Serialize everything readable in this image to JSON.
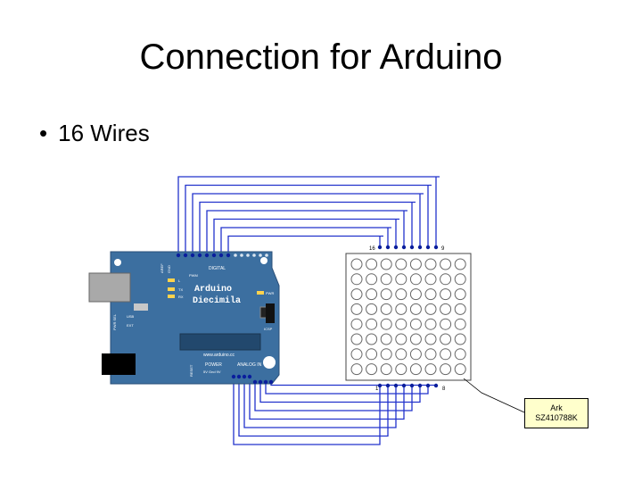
{
  "slide": {
    "title": "Connection for Arduino",
    "bullet": "16 Wires"
  },
  "board": {
    "name": "Arduino",
    "model": "Diecimila",
    "website": "www.arduino.cc",
    "labels": {
      "aref": "AREF",
      "gnd": "GND",
      "digital": "DIGITAL",
      "pwm": "PWM",
      "tx": "TX",
      "rx": "RX",
      "l": "L",
      "pwr": "PWR",
      "usb": "USB",
      "ext": "EXT",
      "pwr_sel": "PWR SEL",
      "icsp": "ICSP",
      "reset": "RESET",
      "power": "POWER",
      "analog_in": "ANALOG IN",
      "volts": "5V Gnd 9V"
    }
  },
  "matrix": {
    "pin_top_left": "16",
    "pin_top_right": "9",
    "pin_bottom_left": "1",
    "pin_bottom_right": "8",
    "rows": 8,
    "cols": 8
  },
  "part_label": {
    "line1": "Ark",
    "line2": "SZ410788K"
  },
  "colors": {
    "board": "#3c6fa0",
    "wire": "#2233cc",
    "pin_dot": "#0a1e9c",
    "label_bg": "#ffffcc"
  }
}
